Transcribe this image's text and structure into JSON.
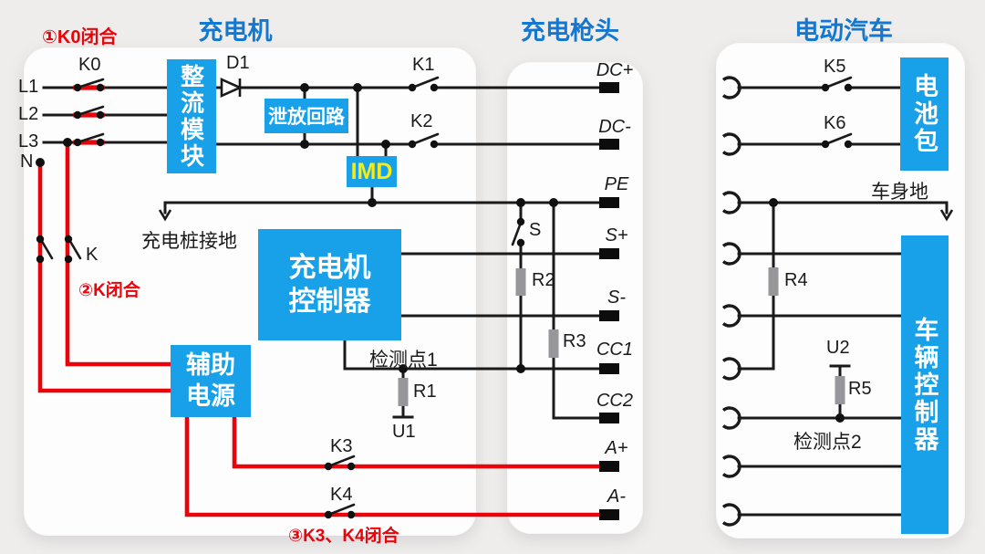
{
  "titles": {
    "charger": "充电机",
    "gun": "充电枪头",
    "ev": "电动汽车"
  },
  "annotations": {
    "step1": "①K0闭合",
    "step2": "②K闭合",
    "step3": "③K3、K4闭合"
  },
  "blocks": {
    "rectifier": "整流模块",
    "discharge": "泄放回路",
    "imd": "IMD",
    "charger_controller": "充电机控制器",
    "aux_power": "辅助电源",
    "battery_pack": "电池包",
    "vehicle_controller": "车辆控制器"
  },
  "labels": {
    "l1": "L1",
    "l2": "L2",
    "l3": "L3",
    "n": "N",
    "k0": "K0",
    "k": "K",
    "d1": "D1",
    "k1": "K1",
    "k2": "K2",
    "k3": "K3",
    "k4": "K4",
    "k5": "K5",
    "k6": "K6",
    "s": "S",
    "r1": "R1",
    "r2": "R2",
    "r3": "R3",
    "r4": "R4",
    "r5": "R5",
    "u1": "U1",
    "u2": "U2",
    "pile_ground": "充电桩接地",
    "body_ground": "车身地",
    "detect1": "检测点1",
    "detect2": "检测点2"
  },
  "pins": {
    "dc_plus": "DC+",
    "dc_minus": "DC-",
    "pe": "PE",
    "s_plus": "S+",
    "s_minus": "S-",
    "cc1": "CC1",
    "cc2": "CC2",
    "a_plus": "A+",
    "a_minus": "A-"
  },
  "colors": {
    "box_blue": "#18a0e8",
    "title_blue": "#1478d0",
    "wire_red": "#e8040a",
    "wire_black": "#1a1a1a",
    "imd_text_yellow": "#f7ec13",
    "resistor_gray": "#97979b",
    "panel_white": "#fdfdfd",
    "page_bg": "#efedeb"
  }
}
